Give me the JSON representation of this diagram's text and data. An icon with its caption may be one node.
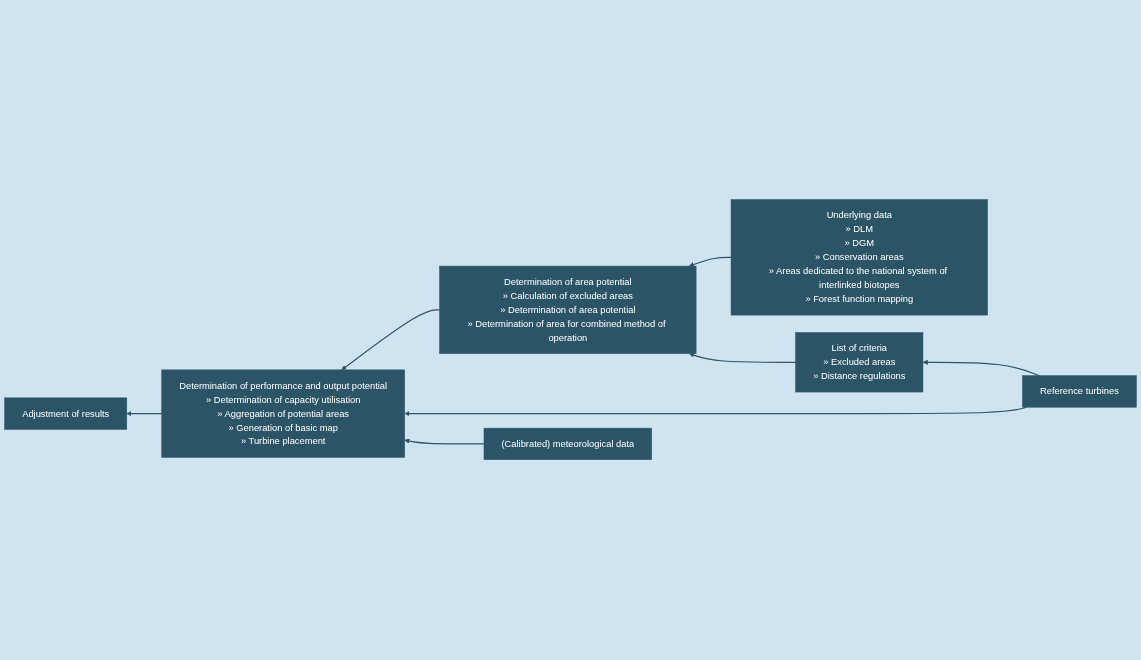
{
  "diagram": {
    "nodes": [
      {
        "text": [
          "Determination of area potential",
          "» Calculation of excluded areas",
          "» Determination of area potential",
          "» Determination of area for combined method of operation"
        ]
      },
      {
        "text": [
          "Determination of performance and output potential",
          "» Determination of capacity utilisation",
          "» Aggregation of potential areas",
          "» Generation of basic map",
          "» Turbine placement"
        ]
      },
      {
        "text": [
          "Adjustment of results"
        ]
      },
      {
        "text": [
          "Underlying data",
          "» DLM",
          "» DGM",
          "» Conservation areas",
          "» Areas dedicated to the national system of interlinked biotopes",
          "» Forest function mapping"
        ]
      },
      {
        "text": [
          "List of criteria",
          "» Excluded areas",
          "» Distance regulations"
        ]
      },
      {
        "text": [
          "Reference turbines"
        ]
      },
      {
        "text": [
          "(Calibrated) meteorological data"
        ]
      }
    ],
    "edges": [
      {
        "from": 3,
        "to": 0,
        "arrow": "to"
      },
      {
        "from": 4,
        "to": 0,
        "arrow": "to"
      },
      {
        "from": 0,
        "to": 1,
        "arrow": "to"
      },
      {
        "from": 1,
        "to": 2,
        "arrow": "to"
      },
      {
        "from": 5,
        "to": 4,
        "arrow": "to"
      },
      {
        "from": 5,
        "to": 1,
        "arrow": "to"
      },
      {
        "from": 6,
        "to": 1,
        "arrow": "to"
      }
    ]
  }
}
